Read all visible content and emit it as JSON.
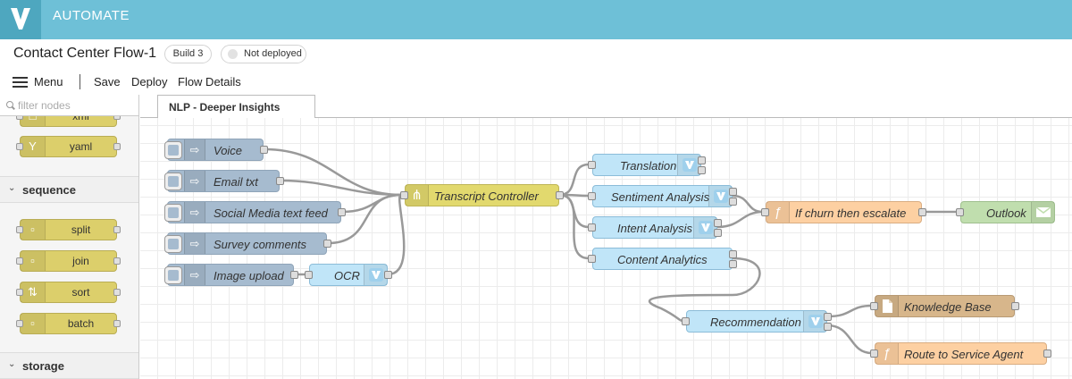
{
  "app": {
    "name": "AUTOMATE"
  },
  "header": {
    "flow_title": "Contact Center Flow-1",
    "build_badge": "Build 3",
    "deploy_status": "Not deployed"
  },
  "toolbar": {
    "menu_label": "Menu",
    "save_label": "Save",
    "deploy_label": "Deploy",
    "details_label": "Flow Details"
  },
  "palette": {
    "filter_placeholder": "filter nodes",
    "partial_node": "xml",
    "yaml_node": "yaml",
    "categories": {
      "sequence": "sequence",
      "storage": "storage"
    },
    "sequence_nodes": [
      "split",
      "join",
      "sort",
      "batch"
    ]
  },
  "workspace": {
    "active_tab": "NLP - Deeper Insights",
    "nodes": {
      "voice": "Voice",
      "email": "Email txt",
      "social": "Social Media text feed",
      "survey": "Survey comments",
      "image": "Image upload",
      "ocr": "OCR",
      "controller": "Transcript Controller",
      "translation": "Translation",
      "sentiment": "Sentiment Analysis",
      "intent": "Intent Analysis",
      "content": "Content Analytics",
      "churn": "If churn then escalate",
      "outlook": "Outlook",
      "recommendation": "Recommendation",
      "knowledge": "Knowledge Base",
      "route": "Route to Service Agent"
    }
  },
  "colors": {
    "topbar": "#6ec0d7",
    "inject": "#a6bbcf",
    "watson": "#c0e5f8",
    "function": "#fdd0a2",
    "sequence": "#dccf6b"
  }
}
